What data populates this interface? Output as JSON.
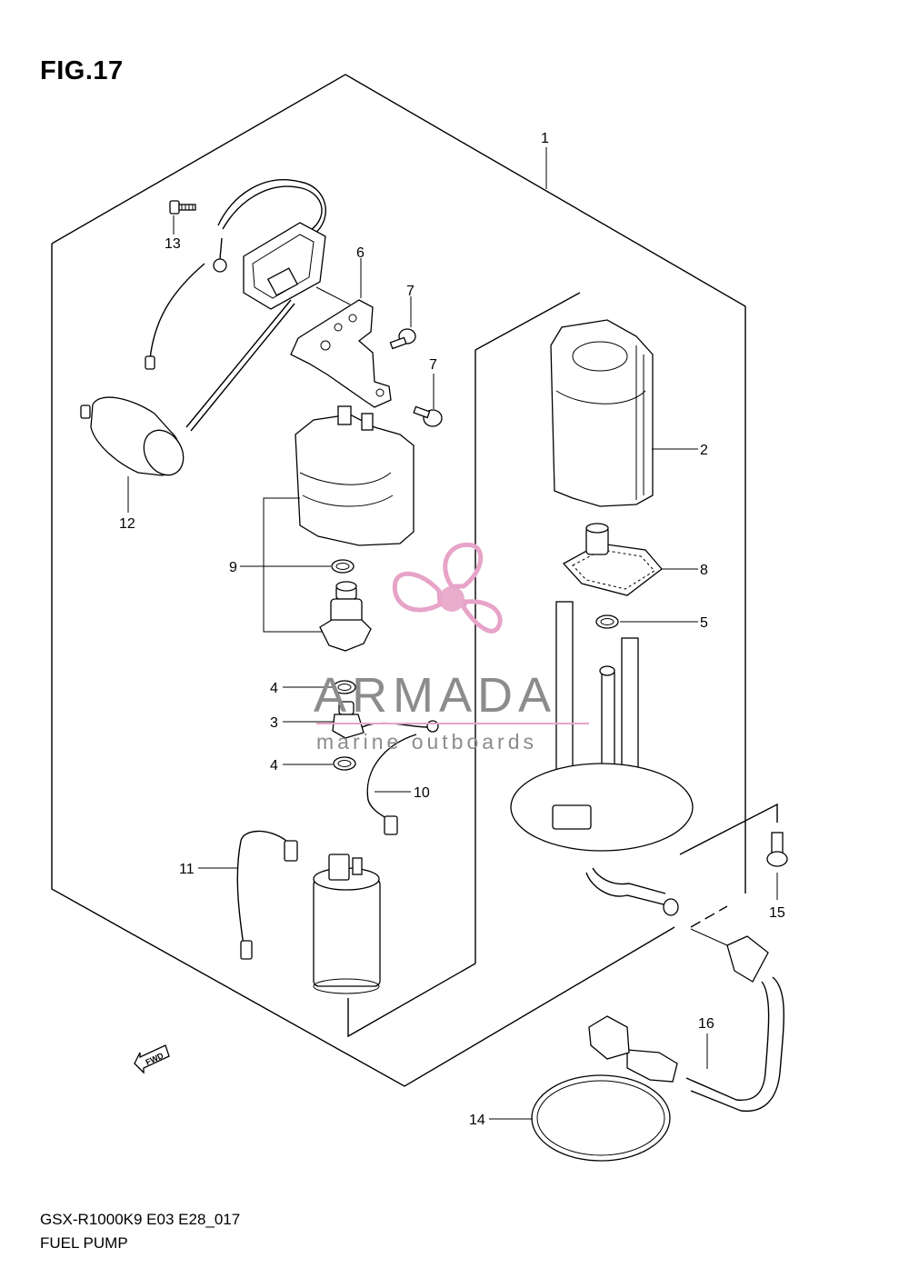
{
  "figure": {
    "title": "FIG.17",
    "model_code": "GSX-R1000K9 E03 E28_017",
    "name": "FUEL PUMP"
  },
  "callouts": [
    "1",
    "2",
    "3",
    "4",
    "4",
    "5",
    "6",
    "7",
    "7",
    "8",
    "9",
    "10",
    "11",
    "12",
    "13",
    "14",
    "15",
    "16"
  ],
  "watermark": {
    "brand": "ARMADA",
    "tagline": "marine outboards",
    "accent_color": "#e7a3c8"
  },
  "direction_marker": "FWD"
}
